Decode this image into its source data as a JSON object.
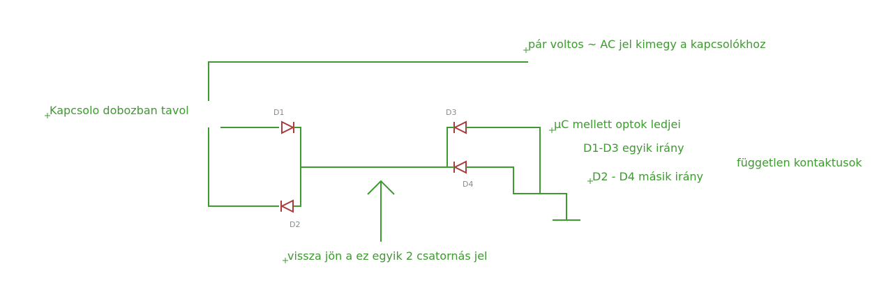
{
  "labels": {
    "ac_signal": "pár voltos ~ AC jel kimegy a kapcsolókhoz",
    "remote_switch": "Kapcsolo dobozban tavol",
    "optocoupler": "µC mellett optok ledjei",
    "d1_d3": "D1-D3  egyik irány",
    "d2_d4": "D2 - D4 másik irány",
    "independent": "független kontaktusok",
    "return_signal": "vissza jön a ez egyik 2 csatornás jel"
  },
  "components": {
    "d1": "D1",
    "d2": "D2",
    "d3": "D3",
    "d4": "D4"
  },
  "colors": {
    "wire": "#3d9a2f",
    "diode": "#a83b3b",
    "ref_text": "#8a8a8a",
    "background": "#ffffff"
  }
}
